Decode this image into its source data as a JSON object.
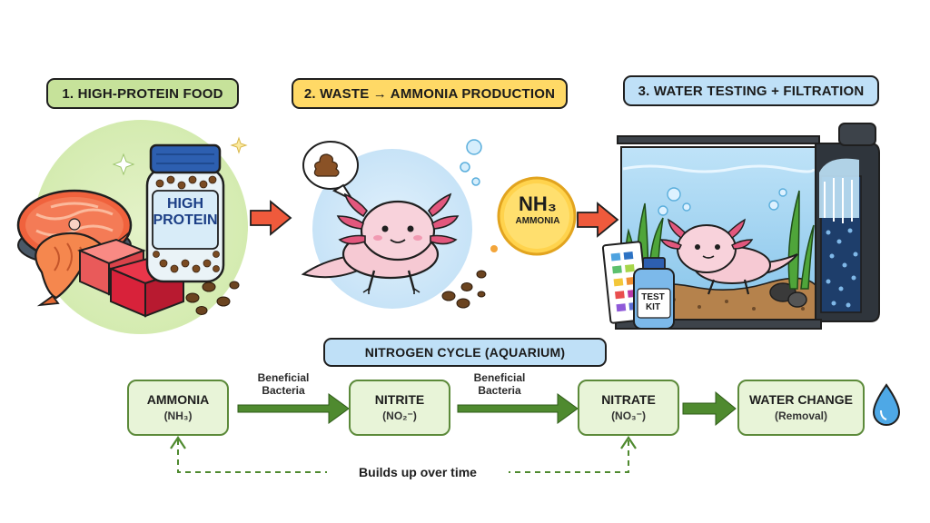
{
  "steps": {
    "food": "1. HIGH-PROTEIN FOOD",
    "waste": "2. WASTE → AMMONIA PRODUCTION",
    "water": "3. WATER TESTING + FILTRATION"
  },
  "jar_label": [
    "HIGH",
    "PROTEIN"
  ],
  "ammonia_bubble": {
    "formula": "NH₃",
    "name": "AMMONIA"
  },
  "test_kit_label": [
    "TEST",
    "KIT"
  ],
  "cycle_title": "NITROGEN CYCLE (AQUARIUM)",
  "cycle": {
    "ammonia": {
      "title": "AMMONIA",
      "formula": "(NH₃)"
    },
    "nitrite": {
      "title": "NITRITE",
      "formula": "(NO₂⁻)"
    },
    "nitrate": {
      "title": "NITRATE",
      "formula": "(NO₃⁻)"
    },
    "water_change": {
      "title": "WATER CHANGE",
      "formula": "(Removal)"
    },
    "bacteria_1": [
      "Beneficial",
      "Bacteria"
    ],
    "bacteria_2": [
      "Beneficial",
      "Bacteria"
    ],
    "loop_label": "Builds up over time"
  },
  "icons": [
    "salmon-steak-icon",
    "shrimp-icon",
    "meat-cube-icon",
    "protein-jar-icon",
    "pellet-icon",
    "poop-speech-bubble-icon",
    "axolotl-icon",
    "aquarium-tank-icon",
    "filter-icon",
    "test-strip-icon",
    "water-drop-icon",
    "arrow-icon"
  ],
  "colors": {
    "step1": "#c6e29a",
    "step2": "#ffd966",
    "step3": "#bfe0f7",
    "cycle_box": "#e8f4d8",
    "cycle_arrow": "#4f8a2f",
    "process_arrow": "#ef5a3c",
    "axolotl": "#f6c9d3"
  }
}
